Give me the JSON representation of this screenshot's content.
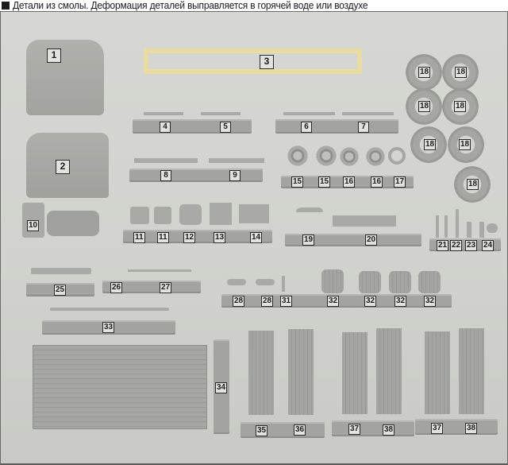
{
  "caption": {
    "bullet_icon": "black-square",
    "text": "Детали из смолы. Деформация деталей выправляется в горячей воде или воздухе"
  },
  "photo": {
    "description": "Resin model kit parts laid out on a light gray background, each part group labeled with a numbered box",
    "colors": {
      "background": "#d3d4cf",
      "resin_gray": "#a9aaa5",
      "resin_yellow": "#e8dca2",
      "frame_border": "#6a6a68"
    },
    "labels": {
      "p1": "1",
      "p2": "2",
      "p3": "3",
      "p4": "4",
      "p5": "5",
      "p6": "6",
      "p7": "7",
      "p8": "8",
      "p9": "9",
      "p10": "10",
      "p11a": "11",
      "p11b": "11",
      "p12": "12",
      "p13": "13",
      "p14": "14",
      "p15a": "15",
      "p15b": "15",
      "p16a": "16",
      "p16b": "16",
      "p17": "17",
      "p18a": "18",
      "p18b": "18",
      "p18c": "18",
      "p18d": "18",
      "p18e": "18",
      "p18f": "18",
      "p18g": "18",
      "p19": "19",
      "p20": "20",
      "p21": "21",
      "p22": "22",
      "p23": "23",
      "p24": "24",
      "p25": "25",
      "p26": "26",
      "p27": "27",
      "p28a": "28",
      "p28b": "28",
      "p31": "31",
      "p32a": "32",
      "p32b": "32",
      "p32c": "32",
      "p32d": "32",
      "p33": "33",
      "p34": "34",
      "p35": "35",
      "p36": "36",
      "p37a": "37",
      "p38a": "38",
      "p37b": "37",
      "p38b": "38"
    }
  }
}
